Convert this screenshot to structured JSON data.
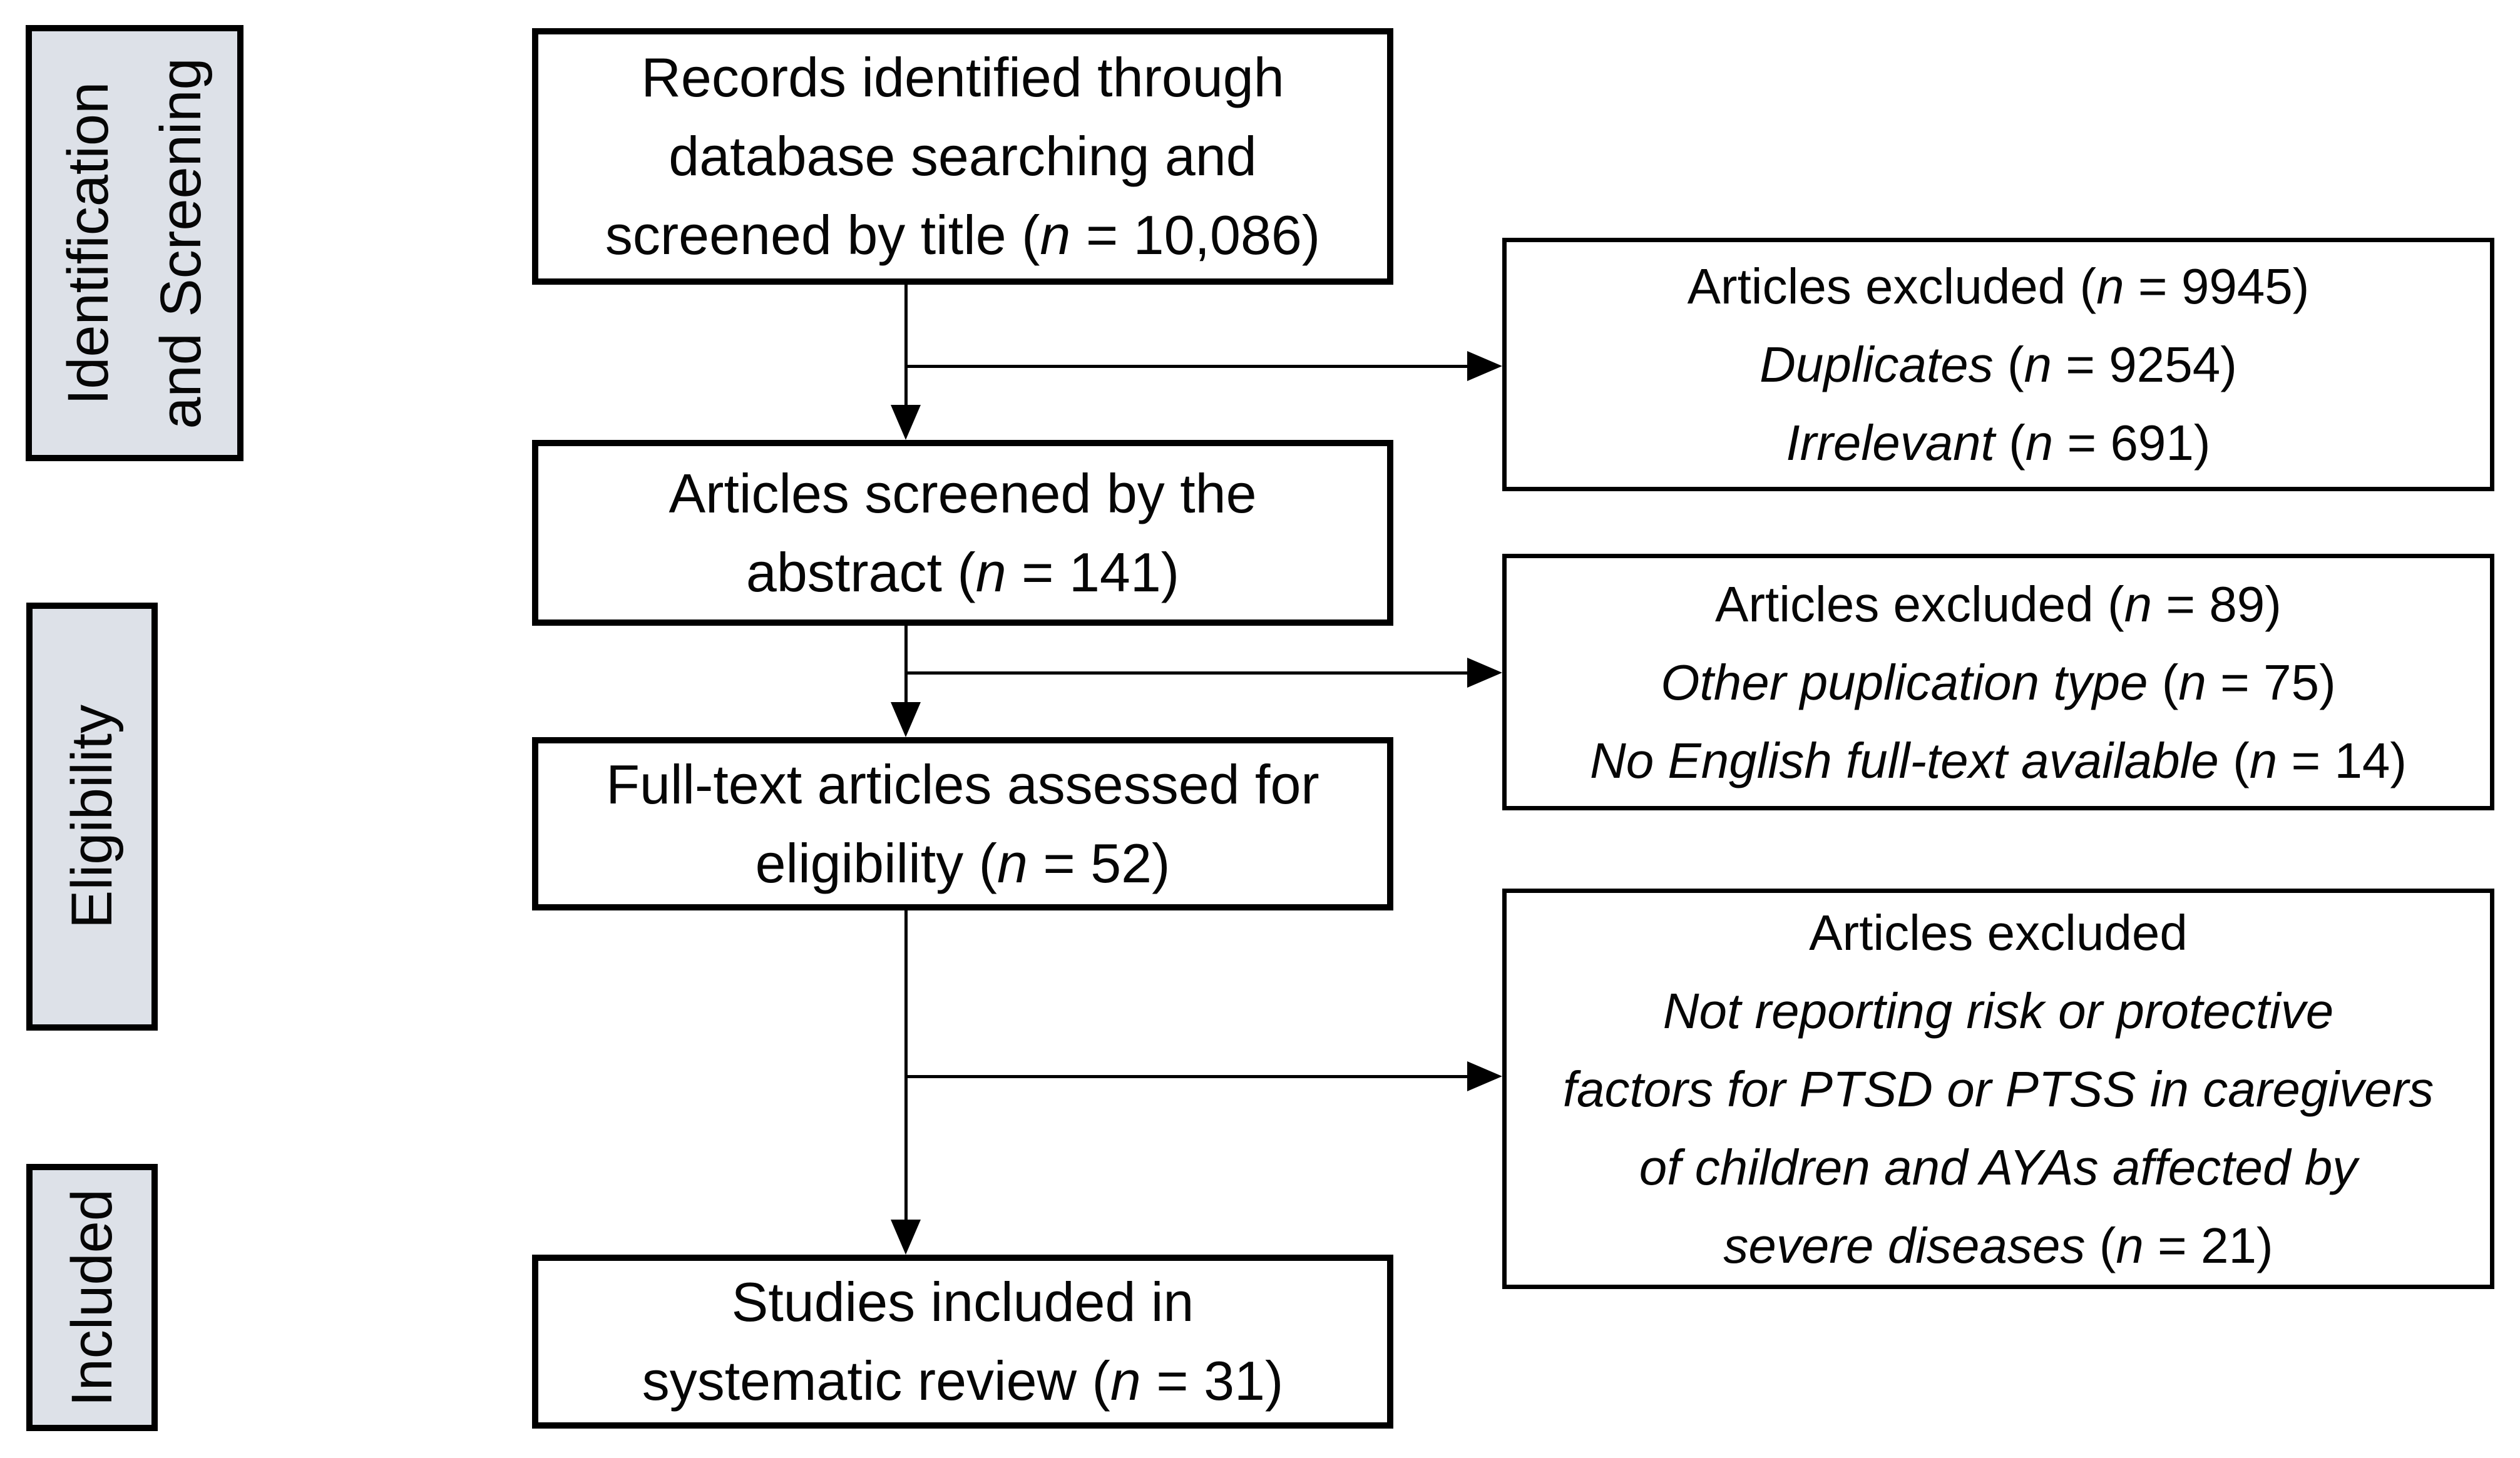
{
  "colors": {
    "background": "#ffffff",
    "stage_fill": "#dde1e8",
    "border": "#000000",
    "text": "#060606"
  },
  "stages": [
    {
      "lines": [
        "Identification",
        "and Screening"
      ]
    },
    {
      "lines": [
        "Eligibility"
      ]
    },
    {
      "lines": [
        "Included"
      ]
    }
  ],
  "main_boxes": [
    {
      "lines": [
        {
          "text": "Records identified through",
          "italic": false
        },
        {
          "text": "database searching and",
          "italic": false
        },
        {
          "text": "screened by title (n = 10,086)",
          "italic": false
        }
      ]
    },
    {
      "lines": [
        {
          "text": "Articles screened by the",
          "italic": false
        },
        {
          "text": "abstract (n = 141)",
          "italic": false
        }
      ]
    },
    {
      "lines": [
        {
          "text": "Full-text articles assessed for",
          "italic": false
        },
        {
          "text": "eligibility (n = 52)",
          "italic": false
        }
      ]
    },
    {
      "lines": [
        {
          "text": "Studies included in",
          "italic": false
        },
        {
          "text": "systematic review (n = 31)",
          "italic": false
        }
      ]
    }
  ],
  "exclusion_boxes": [
    {
      "lines": [
        {
          "text": "Articles excluded (n = 9945)",
          "italic": false
        },
        {
          "text": "Duplicates (n = 9254)",
          "italic": true
        },
        {
          "text": "Irrelevant (n = 691)",
          "italic": true
        }
      ]
    },
    {
      "lines": [
        {
          "text": "Articles excluded (n = 89)",
          "italic": false
        },
        {
          "text": "Other puplication type (n = 75)",
          "italic": true
        },
        {
          "text": "No English full-text available (n = 14)",
          "italic": true
        }
      ]
    },
    {
      "lines": [
        {
          "text": "Articles excluded",
          "italic": false
        },
        {
          "text": "Not reporting risk or protective",
          "italic": true
        },
        {
          "text": "factors for PTSD or PTSS in caregivers",
          "italic": true
        },
        {
          "text": "of children and AYAs affected by",
          "italic": true
        },
        {
          "text": "severe diseases (n = 21)",
          "italic": true
        }
      ]
    }
  ]
}
